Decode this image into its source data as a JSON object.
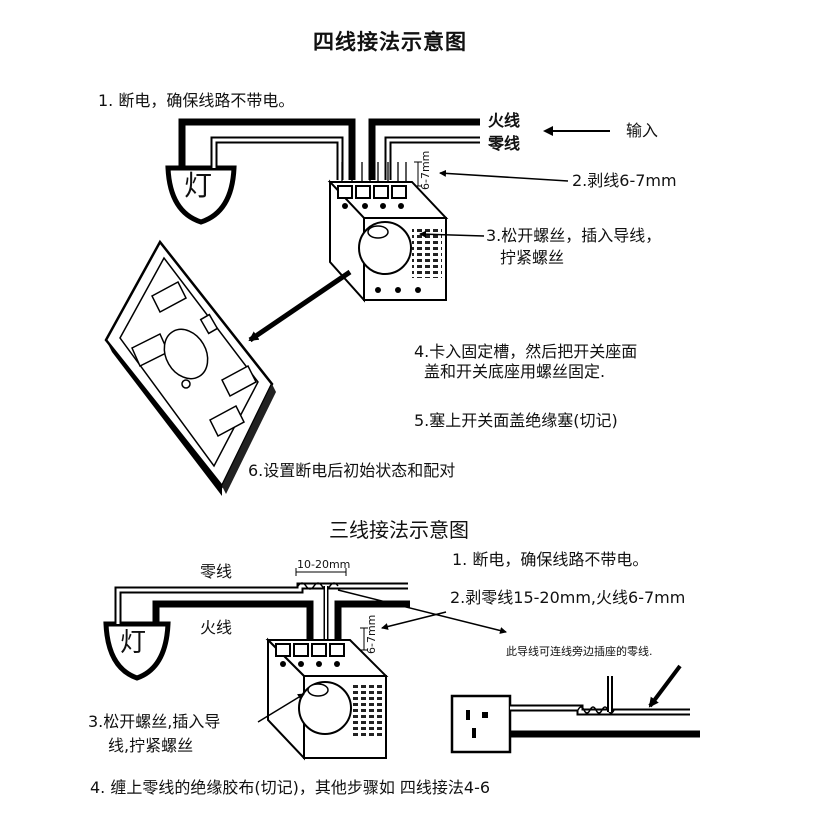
{
  "four_wire": {
    "title": "四线接法示意图",
    "step1": "1. 断电，确保线路不带电。",
    "live_label": "火线",
    "neutral_label": "零线",
    "input_label": "输入",
    "lamp_label": "灯",
    "strip_small": "6-7mm",
    "step2": "2.剥线6-7mm",
    "step3_line1": "3.松开螺丝，插入导线，",
    "step3_line2": "拧紧螺丝",
    "step4_line1": "4.卡入固定槽，然后把开关座面",
    "step4_line2": "盖和开关底座用螺丝固定.",
    "step5": "5.塞上开关面盖绝缘塞(切记)",
    "step6": "6.设置断电后初始状态和配对"
  },
  "three_wire": {
    "title": "三线接法示意图",
    "neutral_label": "零线",
    "live_label": "火线",
    "lamp_label": "灯",
    "strip_long": "10-20mm",
    "strip_small": "6-7mm",
    "step1": "1. 断电，确保线路不带电。",
    "step2": "2.剥零线15-20mm,火线6-7mm",
    "note": "此导线可连线旁边插座的零线.",
    "step3_line1": "3.松开螺丝,插入导",
    "step3_line2": "线,拧紧螺丝",
    "step4": "4. 缠上零线的绝缘胶布(切记)，其他步骤如 四线接法4-6"
  }
}
